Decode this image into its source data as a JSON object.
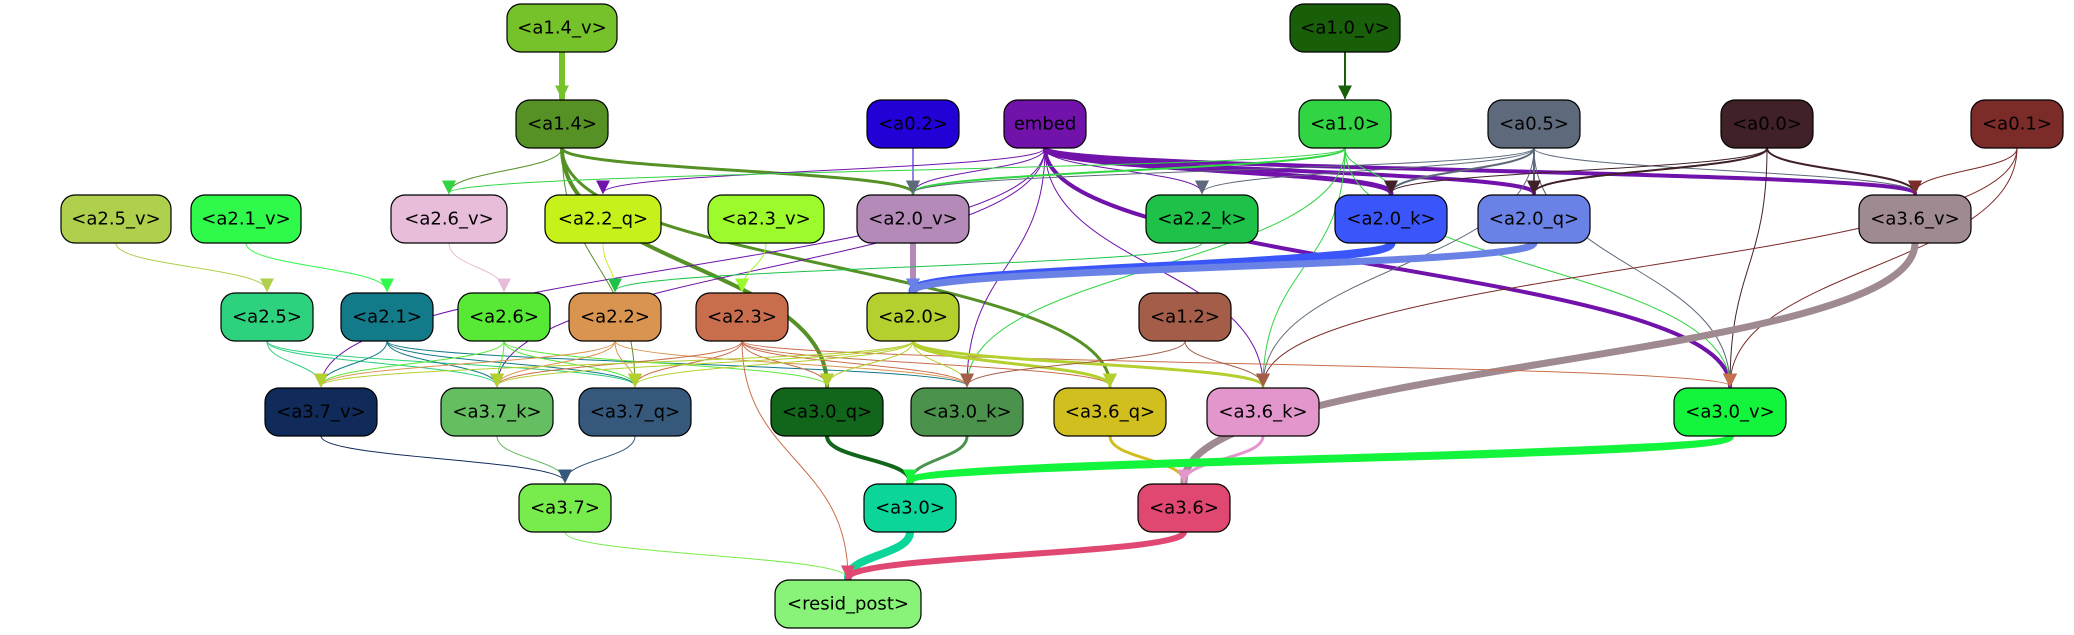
{
  "nodes": [
    {
      "id": "a1_4_v",
      "label": "<a1.4_v>",
      "fill": "#76c22a",
      "text": "#000000"
    },
    {
      "id": "a1_0_v",
      "label": "<a1.0_v>",
      "fill": "#195f0a",
      "text": "#000000"
    },
    {
      "id": "a1_4",
      "label": "<a1.4>",
      "fill": "#559125",
      "text": "#000000"
    },
    {
      "id": "a0_2",
      "label": "<a0.2>",
      "fill": "#2101d6",
      "text": "#000000"
    },
    {
      "id": "embed",
      "label": "embed",
      "fill": "#7112ab",
      "text": "#000000"
    },
    {
      "id": "a1_0",
      "label": "<a1.0>",
      "fill": "#31d543",
      "text": "#000000"
    },
    {
      "id": "a0_5",
      "label": "<a0.5>",
      "fill": "#5e6a7b",
      "text": "#000000"
    },
    {
      "id": "a0_0",
      "label": "<a0.0>",
      "fill": "#402128",
      "text": "#000000"
    },
    {
      "id": "a0_1",
      "label": "<a0.1>",
      "fill": "#7b2b28",
      "text": "#000000"
    },
    {
      "id": "a2_5_v",
      "label": "<a2.5_v>",
      "fill": "#afd04c",
      "text": "#000000"
    },
    {
      "id": "a2_1_v",
      "label": "<a2.1_v>",
      "fill": "#2ff94a",
      "text": "#000000"
    },
    {
      "id": "a2_6_v",
      "label": "<a2.6_v>",
      "fill": "#e7bdd9",
      "text": "#000000"
    },
    {
      "id": "a2_2_q",
      "label": "<a2.2_q>",
      "fill": "#c6f11b",
      "text": "#000000"
    },
    {
      "id": "a2_3_v",
      "label": "<a2.3_v>",
      "fill": "#9cfa2d",
      "text": "#000000"
    },
    {
      "id": "a2_0_v",
      "label": "<a2.0_v>",
      "fill": "#b38ab8",
      "text": "#000000"
    },
    {
      "id": "a2_2_k",
      "label": "<a2.2_k>",
      "fill": "#1ec248",
      "text": "#000000"
    },
    {
      "id": "a2_0_k",
      "label": "<a2.0_k>",
      "fill": "#3a56fa",
      "text": "#000000"
    },
    {
      "id": "a2_0_q",
      "label": "<a2.0_q>",
      "fill": "#6a82e5",
      "text": "#000000"
    },
    {
      "id": "a3_6_v",
      "label": "<a3.6_v>",
      "fill": "#a08a92",
      "text": "#000000"
    },
    {
      "id": "a2_5",
      "label": "<a2.5>",
      "fill": "#2dd17e",
      "text": "#000000"
    },
    {
      "id": "a2_1",
      "label": "<a2.1>",
      "fill": "#137a89",
      "text": "#000000"
    },
    {
      "id": "a2_6",
      "label": "<a2.6>",
      "fill": "#58e936",
      "text": "#000000"
    },
    {
      "id": "a2_2",
      "label": "<a2.2>",
      "fill": "#d99550",
      "text": "#000000"
    },
    {
      "id": "a2_3",
      "label": "<a2.3>",
      "fill": "#c96e4c",
      "text": "#000000"
    },
    {
      "id": "a2_0",
      "label": "<a2.0>",
      "fill": "#b4d02f",
      "text": "#000000"
    },
    {
      "id": "a1_2",
      "label": "<a1.2>",
      "fill": "#a35d48",
      "text": "#000000"
    },
    {
      "id": "a3_7_v",
      "label": "<a3.7_v>",
      "fill": "#102b59",
      "text": "#000000"
    },
    {
      "id": "a3_7_k",
      "label": "<a3.7_k>",
      "fill": "#65be61",
      "text": "#000000"
    },
    {
      "id": "a3_7_q",
      "label": "<a3.7_q>",
      "fill": "#35587b",
      "text": "#000000"
    },
    {
      "id": "a3_0_q",
      "label": "<a3.0_q>",
      "fill": "#12661b",
      "text": "#000000"
    },
    {
      "id": "a3_0_k",
      "label": "<a3.0_k>",
      "fill": "#4b934d",
      "text": "#000000"
    },
    {
      "id": "a3_6_q",
      "label": "<a3.6_q>",
      "fill": "#d0bf1f",
      "text": "#000000"
    },
    {
      "id": "a3_6_k",
      "label": "<a3.6_k>",
      "fill": "#e396cc",
      "text": "#000000"
    },
    {
      "id": "a3_0_v",
      "label": "<a3.0_v>",
      "fill": "#13f43c",
      "text": "#000000"
    },
    {
      "id": "a3_7",
      "label": "<a3.7>",
      "fill": "#78ec4c",
      "text": "#000000"
    },
    {
      "id": "a3_0",
      "label": "<a3.0>",
      "fill": "#0cd59a",
      "text": "#000000"
    },
    {
      "id": "a3_6",
      "label": "<a3.6>",
      "fill": "#e04771",
      "text": "#000000"
    },
    {
      "id": "resid_post",
      "label": "<resid_post>",
      "fill": "#89f278",
      "text": "#000000"
    }
  ],
  "edges": [
    {
      "from": "a1_4_v",
      "to": "a1_4",
      "color": "#76c22a",
      "weight": 6
    },
    {
      "from": "a1_0_v",
      "to": "a1_0",
      "color": "#195f0a",
      "weight": 2
    },
    {
      "from": "a1_4",
      "to": "a2_6_v",
      "color": "#559125",
      "weight": 1
    },
    {
      "from": "a1_4",
      "to": "a2_0_v",
      "color": "#559125",
      "weight": 3
    },
    {
      "from": "a1_4",
      "to": "a3_0_q",
      "color": "#559125",
      "weight": 4
    },
    {
      "from": "a1_4",
      "to": "a3_6_q",
      "color": "#559125",
      "weight": 3
    },
    {
      "from": "a1_4",
      "to": "a3_7_q",
      "color": "#559125",
      "weight": 1
    },
    {
      "from": "a0_2",
      "to": "a2_0_v",
      "color": "#2101d6",
      "weight": 1
    },
    {
      "from": "embed",
      "to": "a2_0_k",
      "color": "#7112ab",
      "weight": 5
    },
    {
      "from": "embed",
      "to": "a2_0_q",
      "color": "#7112ab",
      "weight": 4
    },
    {
      "from": "embed",
      "to": "a3_6_v",
      "color": "#7112ab",
      "weight": 4
    },
    {
      "from": "embed",
      "to": "a3_0_v",
      "color": "#7112ab",
      "weight": 4
    },
    {
      "from": "embed",
      "to": "a2_2_q",
      "color": "#7112ab",
      "weight": 1
    },
    {
      "from": "embed",
      "to": "a2_0_v",
      "color": "#7112ab",
      "weight": 1
    },
    {
      "from": "embed",
      "to": "a2_2_k",
      "color": "#7112ab",
      "weight": 1
    },
    {
      "from": "embed",
      "to": "a3_0_k",
      "color": "#7112ab",
      "weight": 1
    },
    {
      "from": "embed",
      "to": "a3_6_k",
      "color": "#7112ab",
      "weight": 1
    },
    {
      "from": "embed",
      "to": "a3_7_v",
      "color": "#7112ab",
      "weight": 1
    },
    {
      "from": "embed",
      "to": "a3_7_k",
      "color": "#7112ab",
      "weight": 1
    },
    {
      "from": "a1_0",
      "to": "a2_0_v",
      "color": "#31d543",
      "weight": 2
    },
    {
      "from": "a1_0",
      "to": "a2_0_k",
      "color": "#31d543",
      "weight": 1
    },
    {
      "from": "a1_0",
      "to": "a2_6_v",
      "color": "#31d543",
      "weight": 1
    },
    {
      "from": "a1_0",
      "to": "a3_0_v",
      "color": "#31d543",
      "weight": 1
    },
    {
      "from": "a1_0",
      "to": "a3_6_k",
      "color": "#31d543",
      "weight": 1
    },
    {
      "from": "a1_0",
      "to": "a3_0_k",
      "color": "#31d543",
      "weight": 1
    },
    {
      "from": "a0_5",
      "to": "a2_0_k",
      "color": "#5e6a7b",
      "weight": 2
    },
    {
      "from": "a0_5",
      "to": "a2_0_q",
      "color": "#5e6a7b",
      "weight": 2
    },
    {
      "from": "a0_5",
      "to": "a2_2_k",
      "color": "#5e6a7b",
      "weight": 1
    },
    {
      "from": "a0_5",
      "to": "a2_0_v",
      "color": "#5e6a7b",
      "weight": 1
    },
    {
      "from": "a0_5",
      "to": "a3_6_v",
      "color": "#5e6a7b",
      "weight": 1
    },
    {
      "from": "a0_5",
      "to": "a3_0_v",
      "color": "#5e6a7b",
      "weight": 1
    },
    {
      "from": "a0_5",
      "to": "a3_6_k",
      "color": "#5e6a7b",
      "weight": 1
    },
    {
      "from": "a0_0",
      "to": "a2_0_q",
      "color": "#402128",
      "weight": 2
    },
    {
      "from": "a0_0",
      "to": "a3_6_v",
      "color": "#402128",
      "weight": 2
    },
    {
      "from": "a0_0",
      "to": "a2_0_k",
      "color": "#402128",
      "weight": 1
    },
    {
      "from": "a0_0",
      "to": "a3_0_v",
      "color": "#402128",
      "weight": 1
    },
    {
      "from": "a0_1",
      "to": "a3_6_v",
      "color": "#7b2b28",
      "weight": 1
    },
    {
      "from": "a0_1",
      "to": "a3_0_v",
      "color": "#7b2b28",
      "weight": 1
    },
    {
      "from": "a0_1",
      "to": "a3_6_k",
      "color": "#7b2b28",
      "weight": 1
    },
    {
      "from": "a2_5_v",
      "to": "a2_5",
      "color": "#afd04c",
      "weight": 1
    },
    {
      "from": "a2_1_v",
      "to": "a2_1",
      "color": "#2ff94a",
      "weight": 1
    },
    {
      "from": "a2_6_v",
      "to": "a2_6",
      "color": "#e7bdd9",
      "weight": 1
    },
    {
      "from": "a2_2_q",
      "to": "a2_2",
      "color": "#c6f11b",
      "weight": 1
    },
    {
      "from": "a2_3_v",
      "to": "a2_3",
      "color": "#9cfa2d",
      "weight": 1
    },
    {
      "from": "a2_0_v",
      "to": "a2_0",
      "color": "#b38ab8",
      "weight": 6
    },
    {
      "from": "a2_2_k",
      "to": "a2_2",
      "color": "#1ec248",
      "weight": 1
    },
    {
      "from": "a2_0_k",
      "to": "a2_0",
      "color": "#3a56fa",
      "weight": 9
    },
    {
      "from": "a2_0_q",
      "to": "a2_0",
      "color": "#6a82e5",
      "weight": 7
    },
    {
      "from": "a3_6_v",
      "to": "a3_6",
      "color": "#a08a92",
      "weight": 7
    },
    {
      "from": "a2_5",
      "to": "a3_7_v",
      "color": "#2dd17e",
      "weight": 1
    },
    {
      "from": "a2_5",
      "to": "a3_7_k",
      "color": "#2dd17e",
      "weight": 1
    },
    {
      "from": "a2_5",
      "to": "a3_7_q",
      "color": "#2dd17e",
      "weight": 1
    },
    {
      "from": "a2_1",
      "to": "a3_7_v",
      "color": "#137a89",
      "weight": 1
    },
    {
      "from": "a2_1",
      "to": "a3_7_k",
      "color": "#137a89",
      "weight": 1
    },
    {
      "from": "a2_1",
      "to": "a3_7_q",
      "color": "#137a89",
      "weight": 1
    },
    {
      "from": "a2_1",
      "to": "a3_0_k",
      "color": "#137a89",
      "weight": 1
    },
    {
      "from": "a2_6",
      "to": "a3_7_v",
      "color": "#58e936",
      "weight": 1
    },
    {
      "from": "a2_6",
      "to": "a3_7_k",
      "color": "#58e936",
      "weight": 1
    },
    {
      "from": "a2_6",
      "to": "a3_7_q",
      "color": "#58e936",
      "weight": 1
    },
    {
      "from": "a2_6",
      "to": "a3_0_q",
      "color": "#58e936",
      "weight": 1
    },
    {
      "from": "a2_2",
      "to": "a3_7_v",
      "color": "#d99550",
      "weight": 1
    },
    {
      "from": "a2_2",
      "to": "a3_7_k",
      "color": "#d99550",
      "weight": 1
    },
    {
      "from": "a2_2",
      "to": "a3_7_q",
      "color": "#d99550",
      "weight": 1
    },
    {
      "from": "a2_2",
      "to": "a3_0_k",
      "color": "#d99550",
      "weight": 1
    },
    {
      "from": "a2_3",
      "to": "a3_7_k",
      "color": "#c96e4c",
      "weight": 1
    },
    {
      "from": "a2_3",
      "to": "a3_7_q",
      "color": "#c96e4c",
      "weight": 1
    },
    {
      "from": "a2_3",
      "to": "a3_0_q",
      "color": "#c96e4c",
      "weight": 1
    },
    {
      "from": "a2_3",
      "to": "a3_0_k",
      "color": "#c96e4c",
      "weight": 1
    },
    {
      "from": "a2_3",
      "to": "a3_6_q",
      "color": "#c96e4c",
      "weight": 1
    },
    {
      "from": "a2_3",
      "to": "a3_0_v",
      "color": "#c96e4c",
      "weight": 1
    },
    {
      "from": "a2_3",
      "to": "resid_post",
      "color": "#c96e4c",
      "weight": 1
    },
    {
      "from": "a2_0",
      "to": "a3_6_q",
      "color": "#b4d02f",
      "weight": 3
    },
    {
      "from": "a2_0",
      "to": "a3_6_k",
      "color": "#b4d02f",
      "weight": 3
    },
    {
      "from": "a2_0",
      "to": "a3_0_k",
      "color": "#b4d02f",
      "weight": 1
    },
    {
      "from": "a2_0",
      "to": "a3_0_q",
      "color": "#b4d02f",
      "weight": 1
    },
    {
      "from": "a2_0",
      "to": "a3_7_k",
      "color": "#b4d02f",
      "weight": 1
    },
    {
      "from": "a2_0",
      "to": "a3_7_q",
      "color": "#b4d02f",
      "weight": 1
    },
    {
      "from": "a2_0",
      "to": "a3_7_v",
      "color": "#b4d02f",
      "weight": 1
    },
    {
      "from": "a1_2",
      "to": "a3_0_k",
      "color": "#a35d48",
      "weight": 1
    },
    {
      "from": "a1_2",
      "to": "a3_6_k",
      "color": "#a35d48",
      "weight": 1
    },
    {
      "from": "a3_7_v",
      "to": "a3_7",
      "color": "#102b59",
      "weight": 1
    },
    {
      "from": "a3_7_k",
      "to": "a3_7",
      "color": "#65be61",
      "weight": 1
    },
    {
      "from": "a3_7_q",
      "to": "a3_7",
      "color": "#35587b",
      "weight": 1
    },
    {
      "from": "a3_0_q",
      "to": "a3_0",
      "color": "#12661b",
      "weight": 4
    },
    {
      "from": "a3_0_k",
      "to": "a3_0",
      "color": "#4b934d",
      "weight": 3
    },
    {
      "from": "a3_6_q",
      "to": "a3_6",
      "color": "#d0bf1f",
      "weight": 3
    },
    {
      "from": "a3_6_k",
      "to": "a3_6",
      "color": "#e396cc",
      "weight": 3
    },
    {
      "from": "a3_0_v",
      "to": "a3_0",
      "color": "#13f43c",
      "weight": 8
    },
    {
      "from": "a3_7",
      "to": "resid_post",
      "color": "#78ec4c",
      "weight": 1
    },
    {
      "from": "a3_0",
      "to": "resid_post",
      "color": "#0cd59a",
      "weight": 8
    },
    {
      "from": "a3_6",
      "to": "resid_post",
      "color": "#e04771",
      "weight": 6
    }
  ]
}
